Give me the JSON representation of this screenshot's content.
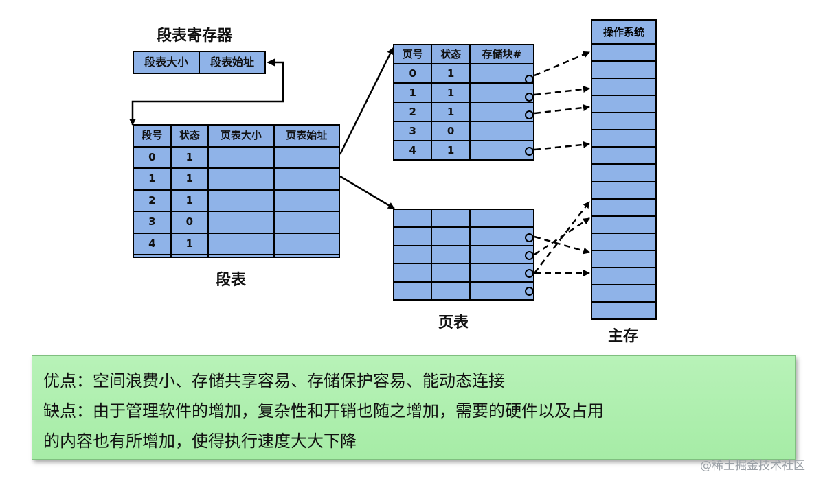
{
  "segment_register": {
    "title": "段表寄存器",
    "cells": [
      "段表大小",
      "段表始址"
    ]
  },
  "segment_table": {
    "caption": "段表",
    "headers": [
      "段号",
      "状态",
      "页表大小",
      "页表始址"
    ],
    "rows": [
      [
        "0",
        "1",
        "",
        ""
      ],
      [
        "1",
        "1",
        "",
        ""
      ],
      [
        "2",
        "1",
        "",
        ""
      ],
      [
        "3",
        "0",
        "",
        ""
      ],
      [
        "4",
        "1",
        "",
        ""
      ],
      [
        "",
        "",
        "",
        ""
      ]
    ]
  },
  "page_table_1": {
    "headers": [
      "页号",
      "状态",
      "存储块#"
    ],
    "rows": [
      [
        "0",
        "1",
        ""
      ],
      [
        "1",
        "1",
        ""
      ],
      [
        "2",
        "1",
        ""
      ],
      [
        "3",
        "0",
        ""
      ],
      [
        "4",
        "1",
        ""
      ]
    ]
  },
  "page_table_2": {
    "caption": "页表",
    "rows": [
      [
        "",
        "",
        ""
      ],
      [
        "",
        "",
        ""
      ],
      [
        "",
        "",
        ""
      ],
      [
        "",
        "",
        ""
      ],
      [
        "",
        "",
        ""
      ]
    ]
  },
  "main_memory": {
    "caption": "主存",
    "header": "操作系统",
    "block_count": 16
  },
  "summary": {
    "advantages": "优点：空间浪费小、存储共享容易、存储保护容易、能动态连接",
    "disadvantages_line1": "缺点：由于管理软件的增加，复杂性和开销也随之增加，需要的硬件以及占用",
    "disadvantages_line2": "的内容也有所增加，使得执行速度大大下降"
  },
  "watermark": "@稀土掘金技术社区",
  "colors": {
    "cell_fill": "#8fb3e8",
    "summary_fill": "#b0f0b0",
    "line": "#000000"
  }
}
